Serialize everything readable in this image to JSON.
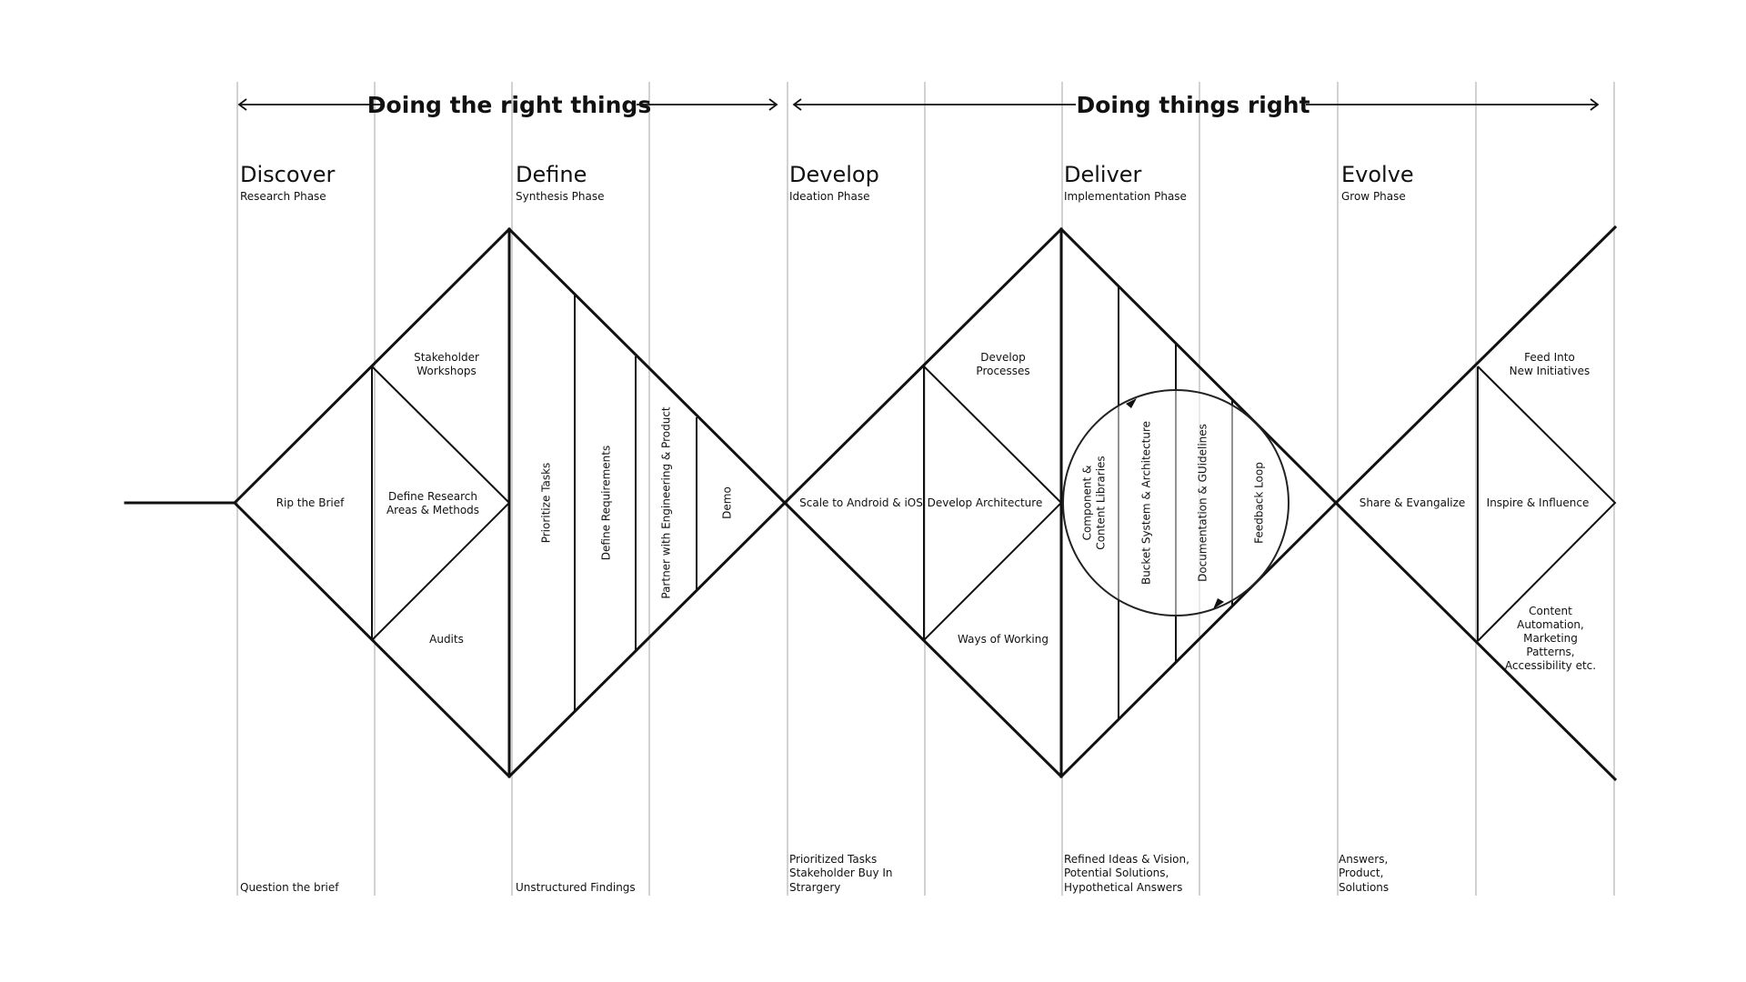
{
  "bands": {
    "left": "Doing the right things",
    "right": "Doing things right"
  },
  "phases": [
    {
      "name": "Discover",
      "sub": "Research Phase"
    },
    {
      "name": "Define",
      "sub": "Synthesis Phase"
    },
    {
      "name": "Develop",
      "sub": "Ideation Phase"
    },
    {
      "name": "Deliver",
      "sub": "Implementation Phase"
    },
    {
      "name": "Evolve",
      "sub": "Grow Phase"
    }
  ],
  "labels": {
    "rip_brief": "Rip the Brief",
    "stakeholder_1": "Stakeholder",
    "stakeholder_2": "Workshops",
    "define_research_1": "Define Research",
    "define_research_2": "Areas & Methods",
    "audits": "Audits",
    "prioritize": "Prioritize Tasks",
    "requirements": "Define Requirements",
    "partner": "Partner with Engineering & Product",
    "demo": "Demo",
    "scale": "Scale to Android & iOS",
    "develop_proc_1": "Develop",
    "develop_proc_2": "Processes",
    "develop_arch": "Develop Architecture",
    "ways": "Ways of Working",
    "component_1": "Component &",
    "component_2": "Content Libraries",
    "bucket": "Bucket System & Architecture",
    "documentation": "Documentation & GUidelines",
    "feedback": "Feedback Loop",
    "share": "Share & Evangalize",
    "inspire": "Inspire & Influence",
    "feed_1": "Feed Into",
    "feed_2": "New Initiatives",
    "content_lines": [
      "Content",
      "Automation,",
      "Marketing",
      "Patterns,",
      "Accessibility etc."
    ]
  },
  "outputs": {
    "discover": [
      "Question the brief"
    ],
    "define": [
      "Unstructured Findings"
    ],
    "develop": [
      "Prioritized Tasks",
      "Stakeholder Buy In",
      "Strargery"
    ],
    "deliver": [
      "Refined Ideas & Vision,",
      "Potential Solutions,",
      "Hypothetical Answers"
    ],
    "evolve": [
      "Answers,",
      "Product,",
      "Solutions"
    ]
  }
}
